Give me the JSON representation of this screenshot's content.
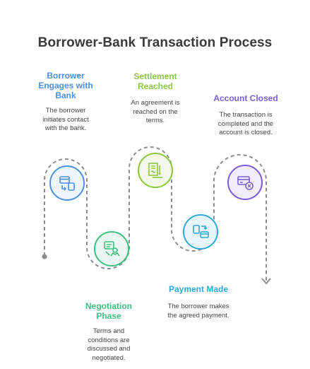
{
  "title": "Borrower-Bank Transaction Process",
  "steps": [
    {
      "title": "Borrower\nEngages with\nBank",
      "description": "The borrower\ninitiates contact\nwith the bank.",
      "icon": "card-transfer-icon",
      "color": "#4a90e2"
    },
    {
      "title": "Negotiation\nPhase",
      "description": "Terms and\nconditions are\ndiscussed and\nnegotiated.",
      "icon": "document-handshake-icon",
      "color": "#3fbf7f"
    },
    {
      "title": "Settlement\nReached",
      "description": "An agreement is\nreached on the\nterms.",
      "icon": "contract-signing-icon",
      "color": "#8cc63f"
    },
    {
      "title": "Payment Made",
      "description": "The borrower makes\nthe agreed payment.",
      "icon": "payment-exchange-icon",
      "color": "#2ea8d8"
    },
    {
      "title": "Account Closed",
      "description": "The transaction is\ncompleted and the\naccount is closed.",
      "icon": "card-closed-icon",
      "color": "#7b5cd6"
    }
  ]
}
